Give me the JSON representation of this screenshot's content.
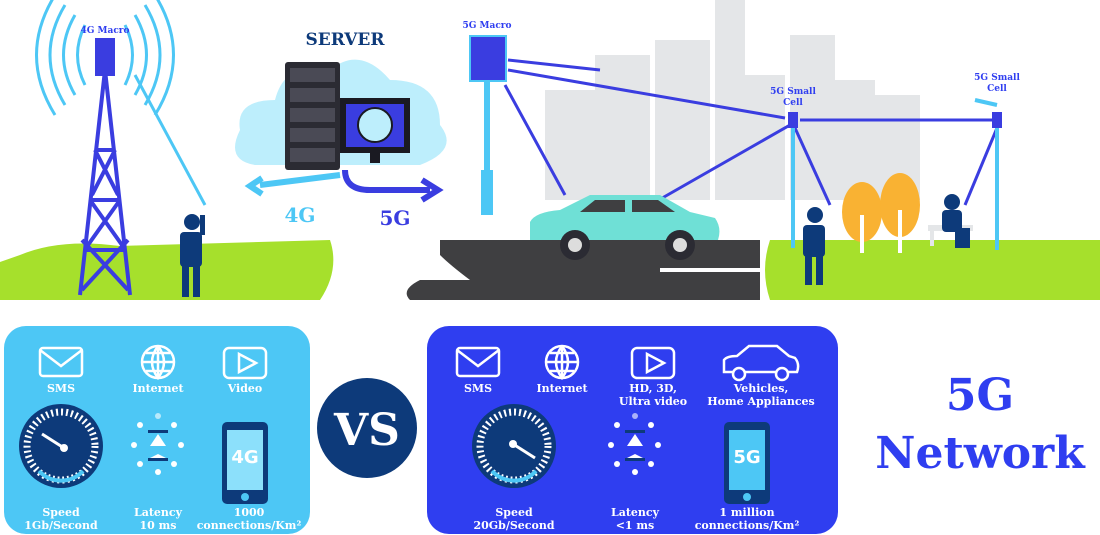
{
  "scene": {
    "tower_4g_label": "4G Macro",
    "server_label": "SERVER",
    "arrow_4g_label": "4G",
    "arrow_5g_label": "5G",
    "macro_5g_label": "5G Macro",
    "small_cell_1_label": [
      "5G Small",
      "Cell"
    ],
    "small_cell_2_label": [
      "5G Small",
      "Cell"
    ]
  },
  "panel_4g": {
    "features": [
      {
        "icon": "envelope-icon",
        "label": "SMS"
      },
      {
        "icon": "globe-icon",
        "label": "Internet"
      },
      {
        "icon": "play-icon",
        "label": "Video"
      }
    ],
    "speed": [
      "Speed",
      "1Gb/Second"
    ],
    "latency": [
      "Latency",
      "10 ms"
    ],
    "phone_text": "4G",
    "connections": [
      "1000",
      "connections/Km²"
    ]
  },
  "vs_label": "VS",
  "panel_5g": {
    "features": [
      {
        "icon": "envelope-icon",
        "label": "SMS"
      },
      {
        "icon": "globe-icon",
        "label": "Internet"
      },
      {
        "icon": "play-icon",
        "label": [
          "HD, 3D,",
          "Ultra video"
        ]
      },
      {
        "icon": "car-icon",
        "label": [
          "Vehicles,",
          "Home Appliances"
        ]
      }
    ],
    "speed": [
      "Speed",
      "20Gb/Second"
    ],
    "latency": [
      "Latency",
      "<1 ms"
    ],
    "phone_text": "5G",
    "connections": [
      "1 million",
      "connections/Km²"
    ]
  },
  "title": [
    "5G",
    "Network"
  ],
  "colors": {
    "light_blue": "#4dc7f5",
    "royal_blue": "#2f3ef0",
    "navy": "#0d3a7a",
    "grass": "#a6e02c",
    "road": "#3f3f41",
    "car": "#6fe0d6"
  }
}
